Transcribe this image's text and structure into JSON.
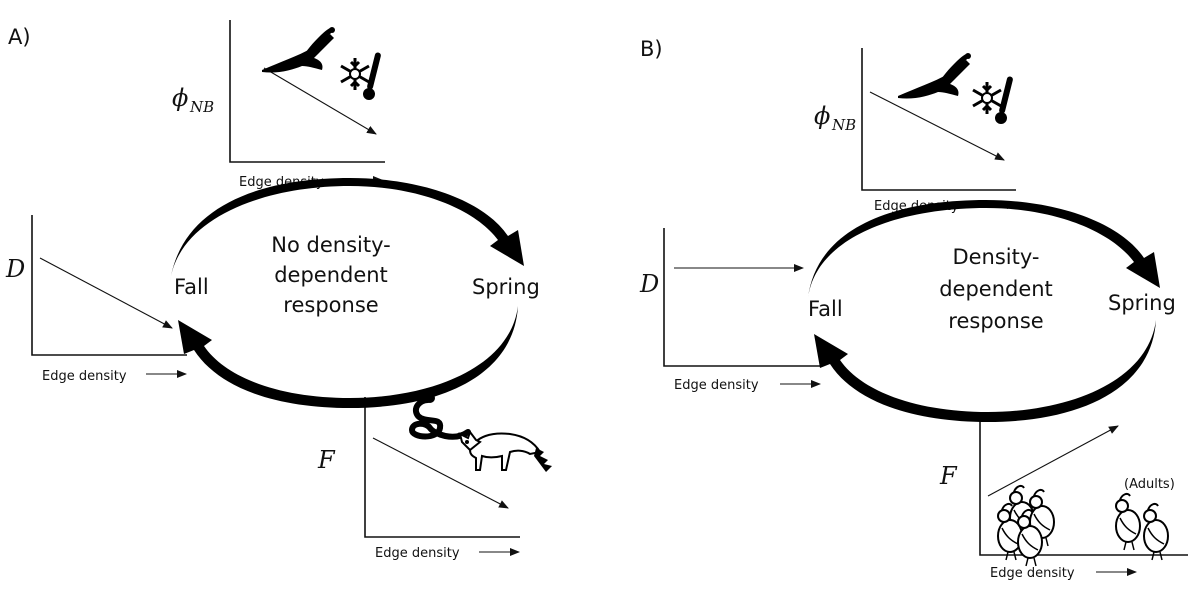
{
  "panels": [
    {
      "label": "A)",
      "center_lines": [
        "No density-",
        "dependent",
        "response"
      ],
      "fall": "Fall",
      "spring": "Spring",
      "phi_label": "ϕ",
      "phi_sub": "NB",
      "d_label": "D",
      "f_label": "F",
      "x_label": "Edge density"
    },
    {
      "label": "B)",
      "center_lines": [
        "Density-",
        "dependent",
        "response"
      ],
      "fall": "Fall",
      "spring": "Spring",
      "phi_label": "ϕ",
      "phi_sub": "NB",
      "d_label": "D",
      "f_label": "F",
      "x_label": "Edge density",
      "adults_label": "(Adults)"
    }
  ],
  "icons": [
    "eagle-icon",
    "snowflake-thermometer-icon",
    "snake-icon",
    "raccoon-icon",
    "quail-chicks-icon",
    "quail-adults-icon"
  ]
}
